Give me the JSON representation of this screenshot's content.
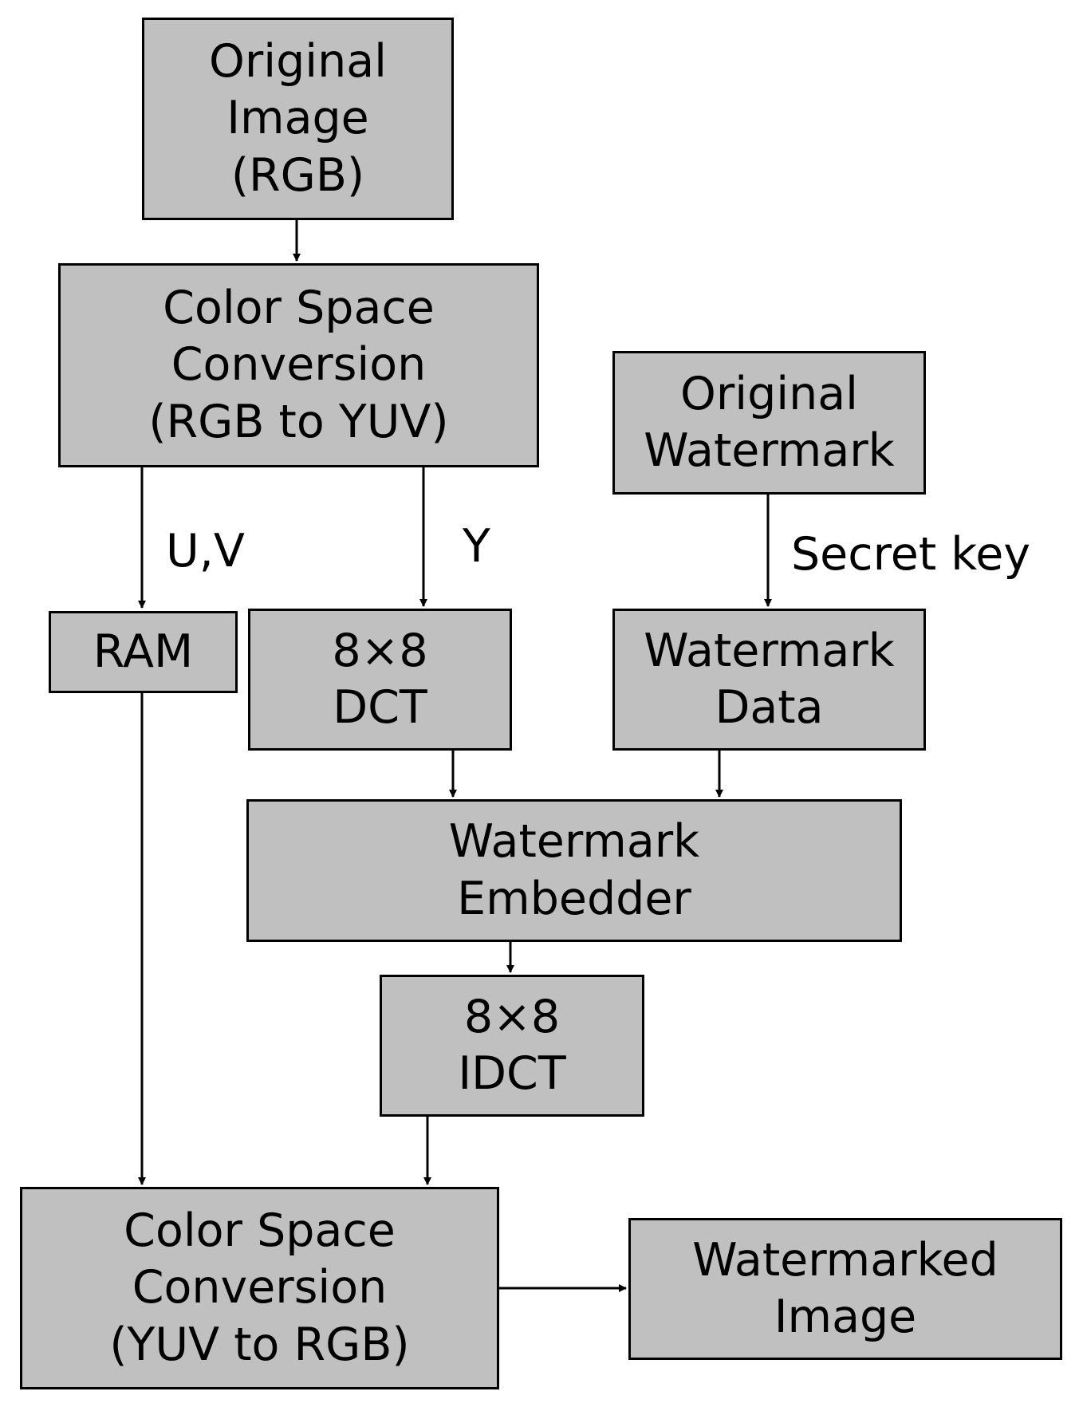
{
  "diagram": {
    "nodes": {
      "original_image": {
        "lines": [
          "Original",
          "Image",
          "(RGB)"
        ]
      },
      "csc_rgb_yuv": {
        "lines": [
          "Color Space",
          "Conversion",
          "(RGB to YUV)"
        ]
      },
      "original_watermark": {
        "lines": [
          "Original",
          "Watermark"
        ]
      },
      "ram": {
        "lines": [
          "RAM"
        ]
      },
      "dct": {
        "lines": [
          "8×8",
          "DCT"
        ]
      },
      "watermark_data": {
        "lines": [
          "Watermark",
          "Data"
        ]
      },
      "embedder": {
        "lines": [
          "Watermark",
          "Embedder"
        ]
      },
      "idct": {
        "lines": [
          "8×8",
          "IDCT"
        ]
      },
      "csc_yuv_rgb": {
        "lines": [
          "Color Space",
          "Conversion",
          "(YUV to RGB)"
        ]
      },
      "watermarked_image": {
        "lines": [
          "Watermarked",
          "Image"
        ]
      }
    },
    "edge_labels": {
      "uv": "U,V",
      "y": "Y",
      "secret_key": "Secret key"
    }
  }
}
